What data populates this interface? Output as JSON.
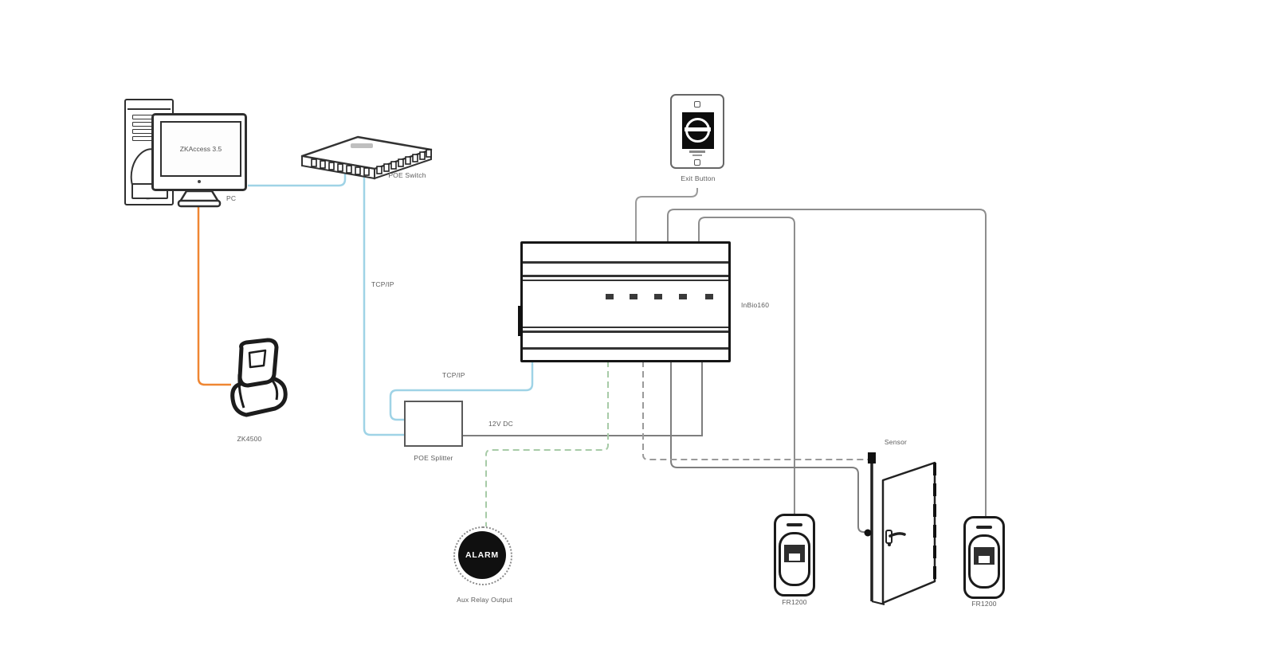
{
  "devices": {
    "pc": {
      "name": "PC",
      "screen_text": "ZKAccess 3.5"
    },
    "poe_switch": {
      "name": "POE Switch"
    },
    "exit_button": {
      "name": "Exit Button"
    },
    "controller": {
      "name": "InBio160"
    },
    "poe_splitter": {
      "name": "POE Splitter"
    },
    "alarm": {
      "badge_text": "ALARM",
      "name": "Aux Relay Output"
    },
    "fingerprint_scanner": {
      "name": "ZK4500"
    },
    "reader_left": {
      "name": "FR1200"
    },
    "reader_right": {
      "name": "FR1200"
    },
    "door": {
      "sensor_label": "Sensor"
    }
  },
  "wire_labels": {
    "switch_downlink": "TCP/IP",
    "splitter_data": "TCP/IP",
    "splitter_power": "12V DC"
  },
  "colors": {
    "network_wire": "#9fd3e6",
    "usb_wire": "#ef8632",
    "power_wire": "#7e7e7e",
    "relay_wire": "#a7cba7",
    "sensor_wire": "#9a9a9a",
    "device_outline": "#1a1a1a"
  }
}
